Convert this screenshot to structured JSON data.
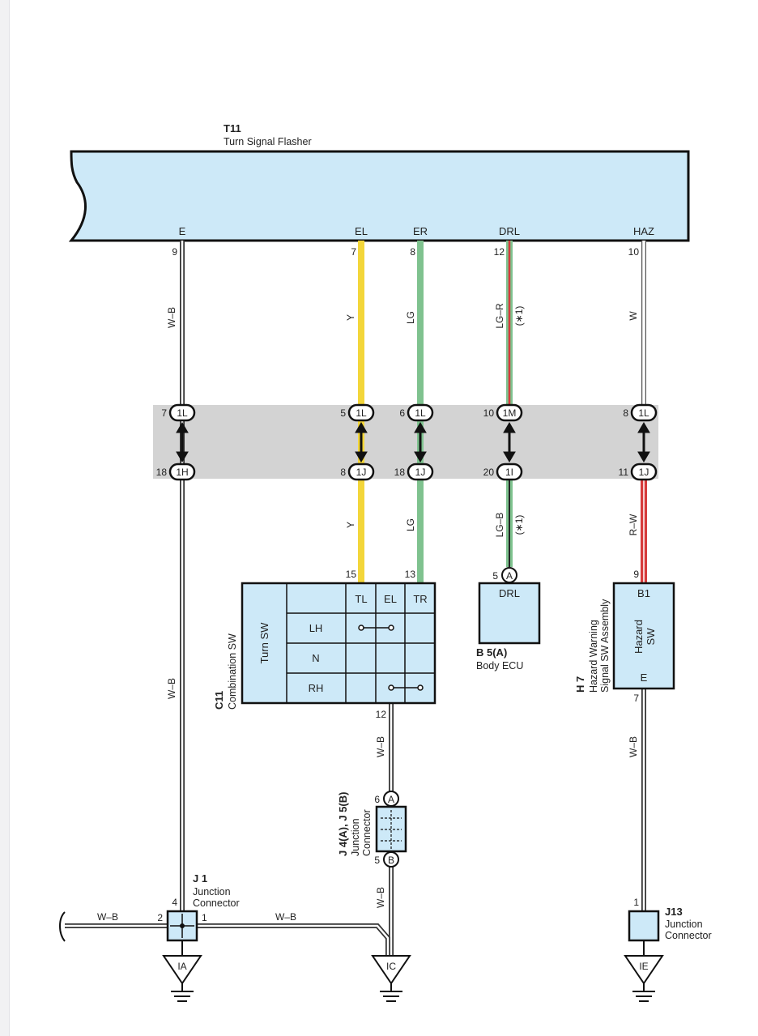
{
  "flasher": {
    "code": "T11",
    "name": "Turn Signal Flasher",
    "terminals": [
      "E",
      "EL",
      "ER",
      "DRL",
      "HAZ"
    ]
  },
  "top_pins": [
    "9",
    "7",
    "8",
    "12",
    "10"
  ],
  "wires_top": [
    "W–B",
    "Y",
    "LG",
    "LG–R",
    "(∗1)",
    "W"
  ],
  "junction_upper": {
    "pins": [
      "7",
      "5",
      "6",
      "10",
      "8"
    ],
    "ids": [
      "1L",
      "1L",
      "1L",
      "1M",
      "1L"
    ]
  },
  "junction_lower": {
    "pins": [
      "18",
      "8",
      "18",
      "20",
      "11"
    ],
    "ids": [
      "1H",
      "1J",
      "1J",
      "1I",
      "1J"
    ]
  },
  "wires_mid": [
    "Y",
    "LG",
    "LG–B",
    "(∗1)",
    "R–W"
  ],
  "wire_left_long": "W–B",
  "combo_sw": {
    "code": "C11",
    "name": "Combination SW",
    "switch": "Turn SW",
    "pin_tl": "15",
    "pin_tr": "13",
    "pin_bottom": "12",
    "columns": [
      "TL",
      "EL",
      "TR"
    ],
    "rows": [
      "LH",
      "N",
      "RH"
    ]
  },
  "body_ecu": {
    "code": "B 5(A)",
    "name": "Body ECU",
    "terminal": "DRL",
    "pin": "5",
    "connector": "A"
  },
  "hazard": {
    "code": "H 7",
    "name_line1": "Hazard Warning",
    "name_line2": "Signal SW Assembly",
    "switch_line1": "Hazard",
    "switch_line2": "SW",
    "term_top": "B1",
    "term_bottom": "E",
    "pin_top": "9",
    "pin_bottom": "7"
  },
  "wire_combo_down": "W–B",
  "wire_hazard_down": "W–B",
  "j4": {
    "code": "J 4(A), J 5(B)",
    "name_line1": "Junction",
    "name_line2": "Connector",
    "pin_top": "6",
    "conn_top": "A",
    "pin_bottom": "5",
    "conn_bottom": "B"
  },
  "wire_j4_down": "W–B",
  "j1": {
    "code": "J 1",
    "name_line1": "Junction",
    "name_line2": "Connector",
    "pin_top": "4",
    "pin_left": "2",
    "pin_right": "1"
  },
  "wire_j1_left": "W–B",
  "wire_j1_right": "W–B",
  "j13": {
    "code": "J13",
    "name_line1": "Junction",
    "name_line2": "Connector",
    "pin_top": "1"
  },
  "grounds": [
    "IA",
    "IC",
    "IE"
  ],
  "colors": {
    "yellow": "#f3d63a",
    "green": "#7fc28f",
    "red": "#d63b3b",
    "box_fill": "#cde9f8",
    "band": "#d3d3d3"
  }
}
